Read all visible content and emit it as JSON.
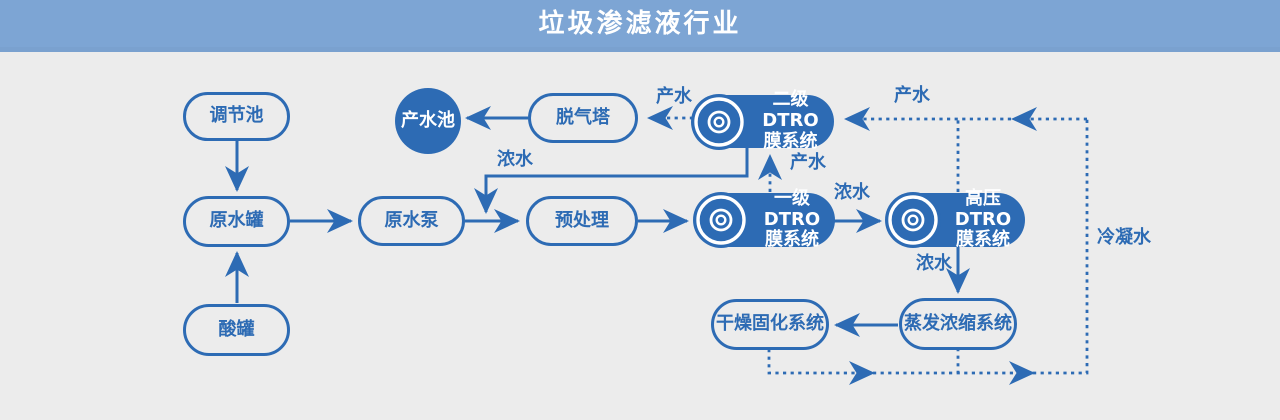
{
  "header": {
    "title": "垃圾渗滤液行业"
  },
  "colors": {
    "accent": "#2d6bb4",
    "header_bg": "#7da5d4",
    "header_strip": "#7aa1cf",
    "canvas_bg": "#ececec",
    "node_text_on_fill": "#ffffff"
  },
  "icons": {
    "dtro_disc": "concentric-rings-disc"
  },
  "nodes": {
    "regulation_pool": {
      "label": "调节池"
    },
    "raw_water_tank": {
      "label": "原水罐"
    },
    "acid_tank": {
      "label": "酸罐"
    },
    "raw_water_pump": {
      "label": "原水泵"
    },
    "pretreatment": {
      "label": "预处理"
    },
    "product_water_pool": {
      "label": "产水池"
    },
    "degassing_tower": {
      "label": "脱气塔"
    },
    "dtro_stage2": {
      "line1": "二级DTRO",
      "line2": "膜系统"
    },
    "dtro_stage1": {
      "line1": "一级DTRO",
      "line2": "膜系统"
    },
    "dtro_high_pressure": {
      "line1": "高压DTRO",
      "line2": "膜系统"
    },
    "evaporation_concentration": {
      "label": "蒸发浓缩系统"
    },
    "drying_solidification": {
      "label": "干燥固化系统"
    }
  },
  "edge_labels": {
    "product_water_to_degassing": "产水",
    "product_water_stage1_to_stage2": "产水",
    "product_water_top_return": "产水",
    "concentrate_stage2_return": "浓水",
    "concentrate_stage1_to_high_pressure": "浓水",
    "concentrate_high_pressure_down": "浓水",
    "condensate_water": "冷凝水"
  }
}
